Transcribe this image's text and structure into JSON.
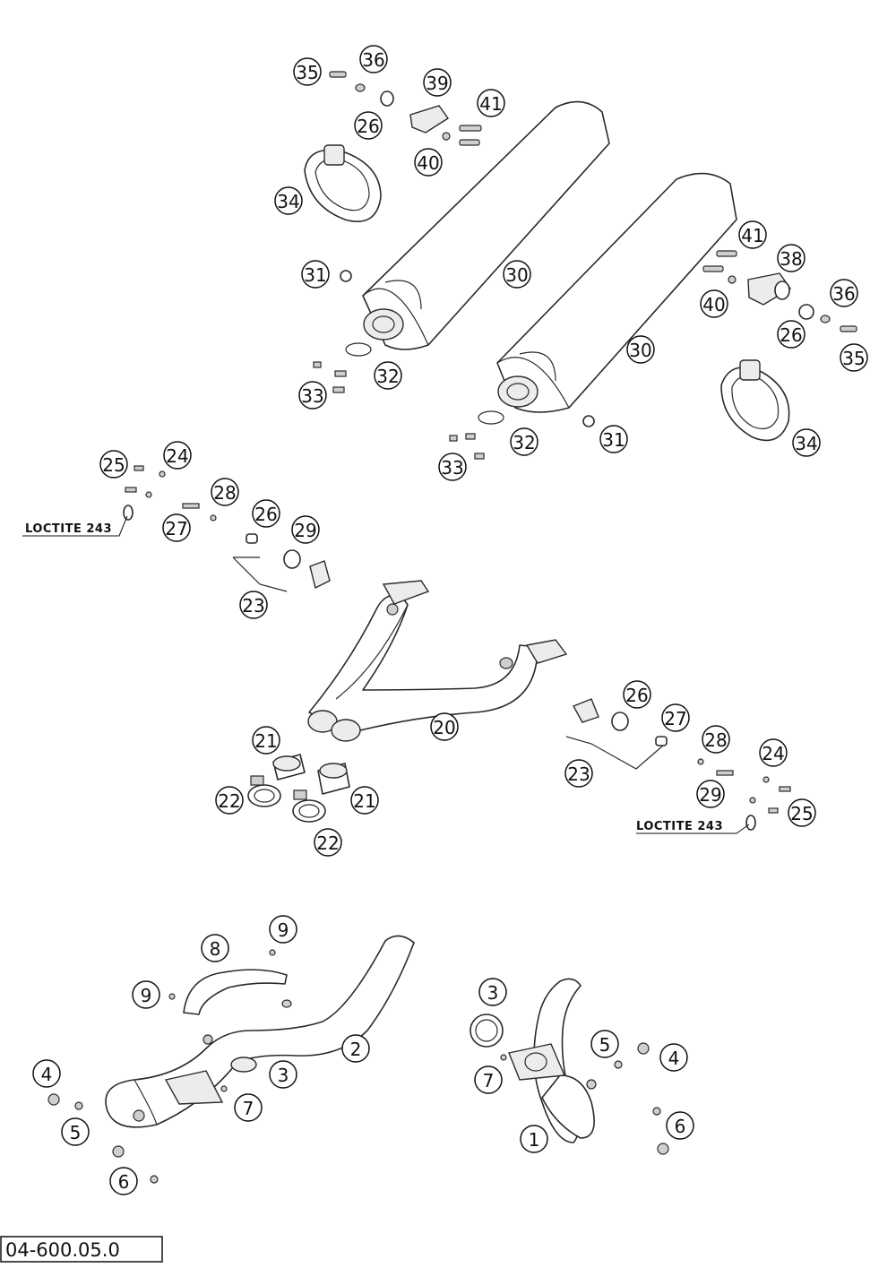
{
  "figure_code": "04-600.05.0",
  "notes": [
    {
      "id": "loctite-left",
      "text": "LOCTITE 243"
    },
    {
      "id": "loctite-right",
      "text": "LOCTITE 243"
    }
  ],
  "callouts": [
    "35",
    "36",
    "26",
    "39",
    "41",
    "40",
    "34",
    "31",
    "30",
    "32",
    "33",
    "41",
    "38",
    "40",
    "36",
    "26",
    "35",
    "30",
    "34",
    "31",
    "32",
    "33",
    "25",
    "24",
    "28",
    "27",
    "26",
    "29",
    "23",
    "20",
    "21",
    "22",
    "21",
    "22",
    "26",
    "27",
    "23",
    "28",
    "24",
    "29",
    "25",
    "9",
    "8",
    "9",
    "2",
    "3",
    "7",
    "4",
    "5",
    "6",
    "3",
    "5",
    "4",
    "7",
    "1",
    "6"
  ]
}
